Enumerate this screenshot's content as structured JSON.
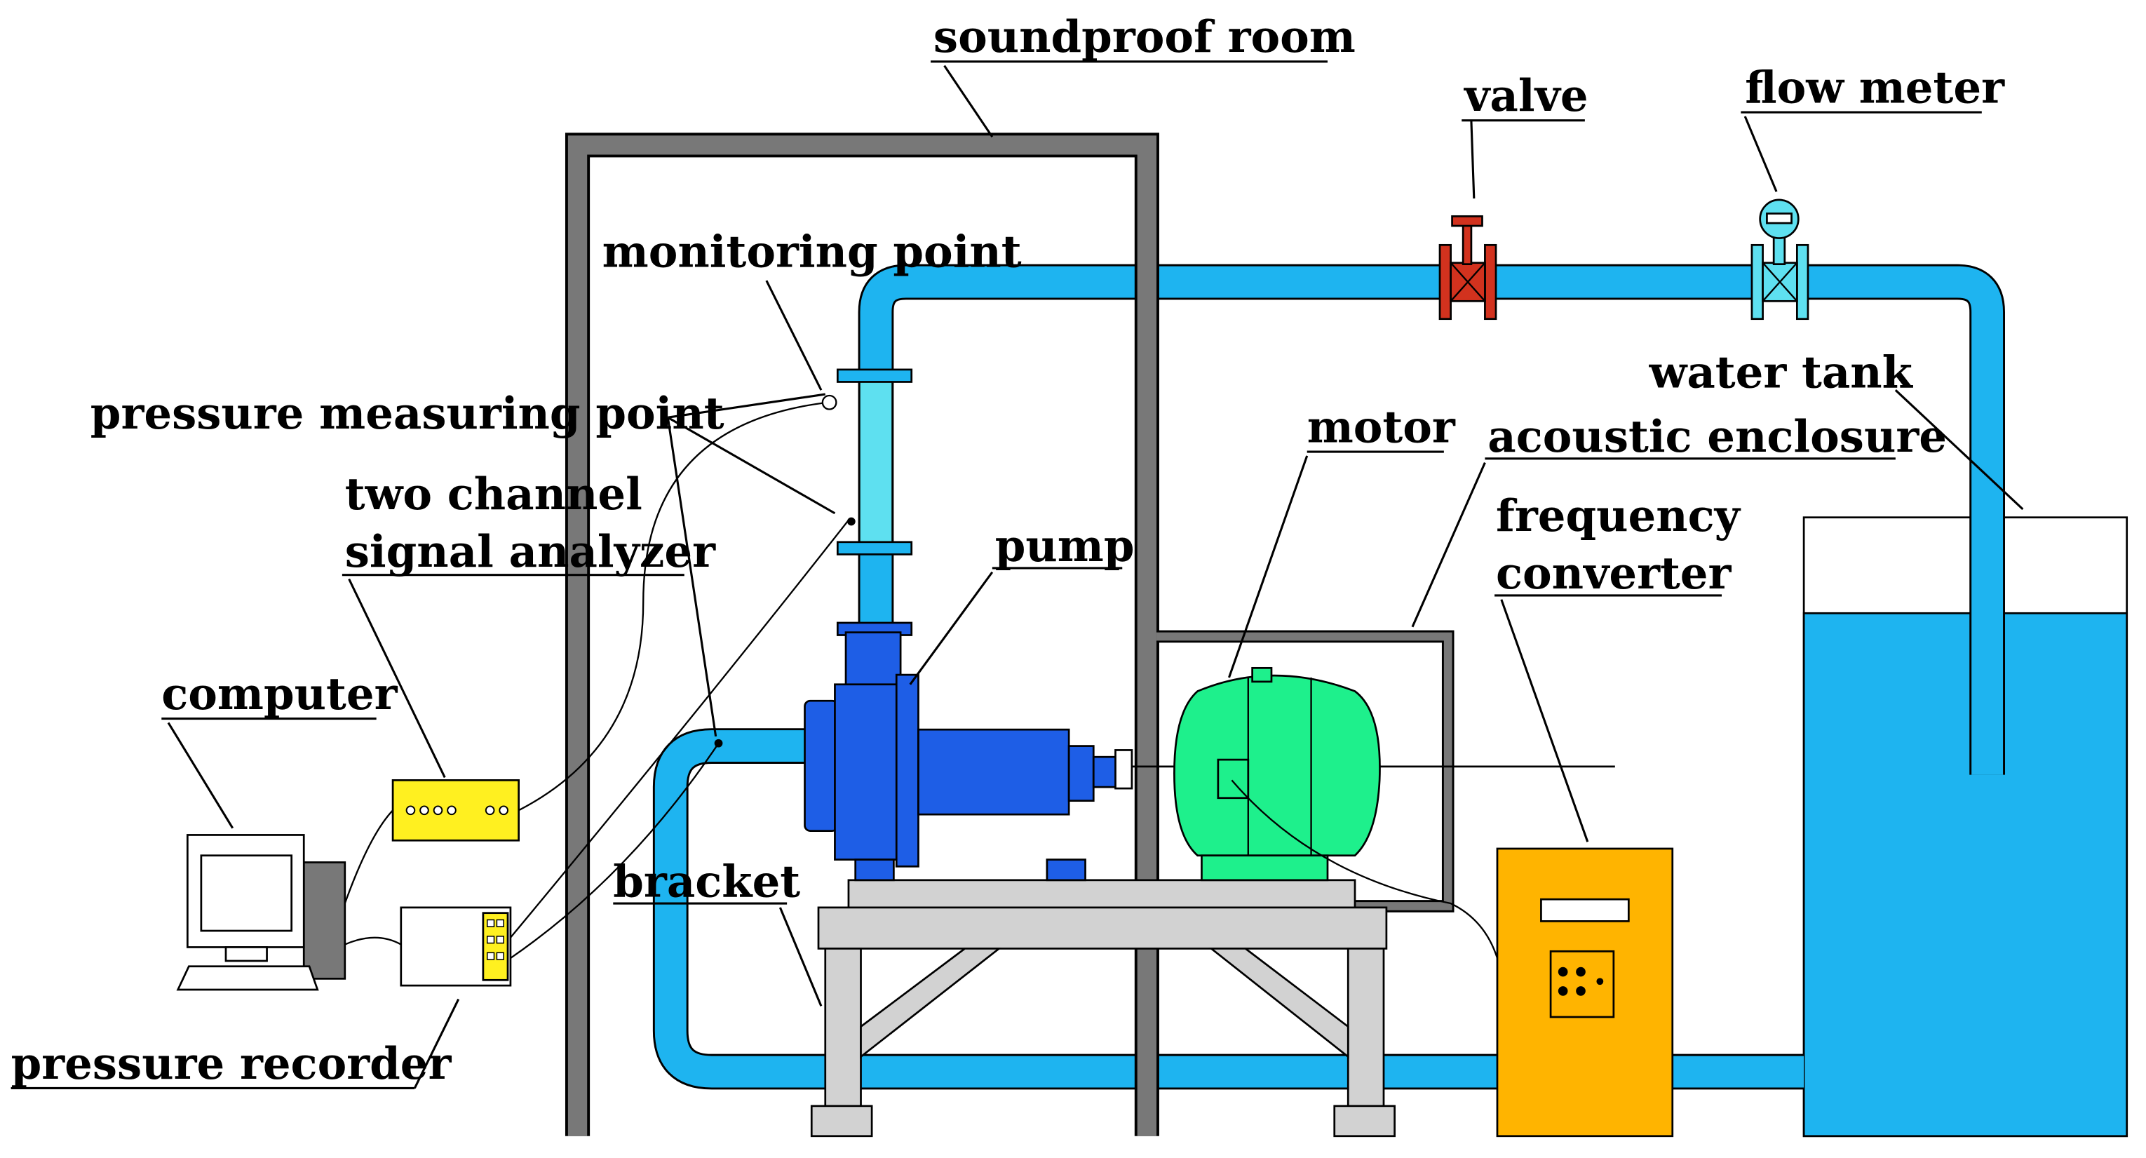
{
  "labels": {
    "soundproof_room": "soundproof room",
    "valve": "valve",
    "flow_meter": "flow meter",
    "monitoring_point": "monitoring point",
    "water_tank": "water tank",
    "pressure_measuring_point": "pressure measuring point",
    "motor": "motor",
    "acoustic_enclosure": "acoustic enclosure",
    "two_channel_line1": "two channel",
    "two_channel_line2": "signal analyzer",
    "frequency_line1": "frequency",
    "frequency_line2": "converter",
    "pump": "pump",
    "computer": "computer",
    "bracket": "bracket",
    "pressure_recorder": "pressure recorder"
  },
  "colors": {
    "pipe": "#1EB4F0",
    "pipe_light": "#5EE0F0",
    "pump_body": "#1E5EE6",
    "motor_body": "#1EF08C",
    "valve": "#D2321E",
    "converter": "#FFB400",
    "analyzer": "#FFF020",
    "bracket": "#D2D2D2",
    "room_wall": "#787878",
    "tank_water": "#1EB4F0"
  }
}
